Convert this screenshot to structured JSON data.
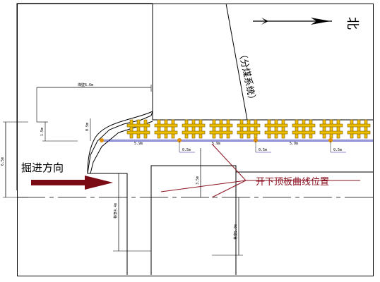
{
  "colors": {
    "outline": "#000000",
    "dim": "#1a1aa8",
    "support_fill": "#f0c000",
    "support_edge": "#7a5a00",
    "anchor": "#e09000",
    "arrow": "#7a0a14",
    "leader": "#8a1020",
    "label": "#8a1020"
  },
  "labels": {
    "north": "北",
    "zone": "（分煤系统）",
    "direction": "掘进方向",
    "roof_line": "开下顶板曲线位置"
  },
  "dimensions": {
    "top_width": "煤壁6.6m",
    "left_height": "6.5m",
    "small_v1": "1.5m",
    "small_v2": "0.5m",
    "span_1": "5.9m",
    "span_2": "5.9m",
    "span_3": "5.9m",
    "gap_1": "0.5m",
    "gap_2": "0.5m",
    "gap_3": "0.5m",
    "mid_v": "3.5m",
    "lower_left": "巷宽4.4m",
    "lower_right": "巷宽5.0m"
  },
  "icons": {
    "north_arrow": "north-arrow-icon",
    "direction_arrow": "direction-arrow-icon"
  }
}
